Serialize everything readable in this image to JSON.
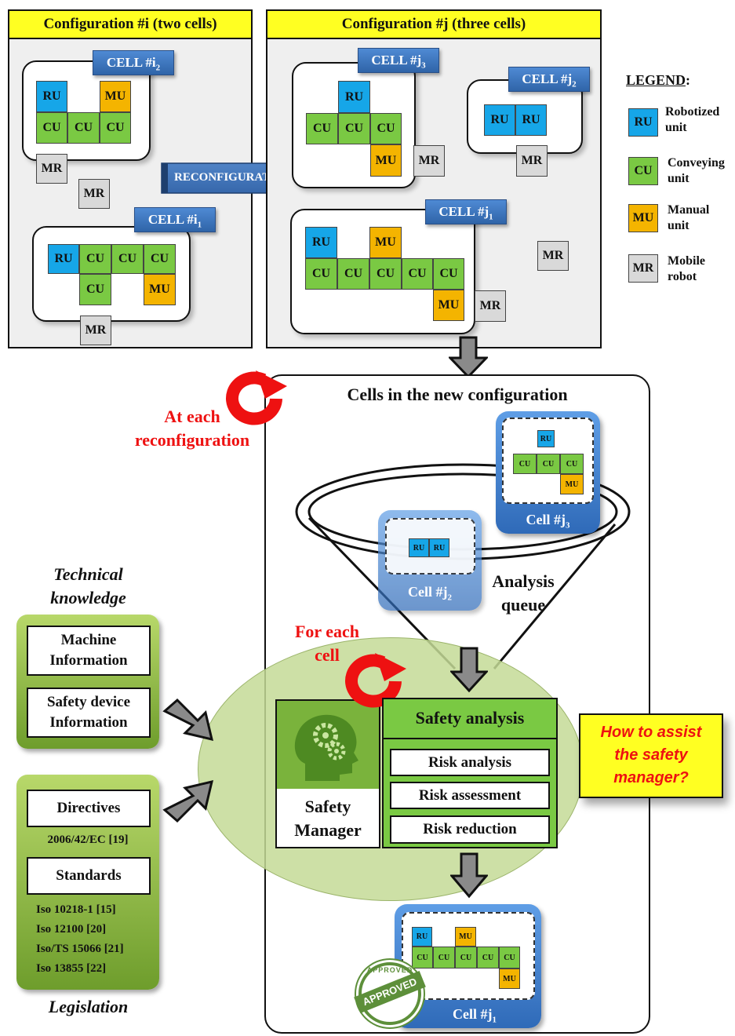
{
  "config_i": {
    "header": "Configuration #i  (two cells)",
    "cell2_tag": "CELL #i",
    "cell2_sub": "2",
    "cell1_tag": "CELL #i",
    "cell1_sub": "1"
  },
  "config_j": {
    "header": "Configuration #j (three cells)",
    "cell3_tag": "CELL #j",
    "cell3_sub": "3",
    "cell2_tag": "CELL #j",
    "cell2_sub": "2",
    "cell1_tag": "CELL #j",
    "cell1_sub": "1"
  },
  "units": {
    "ru": "RU",
    "cu": "CU",
    "mu": "MU",
    "mr": "MR"
  },
  "reconfiguration_label": "RECONFIGURATION",
  "legend": {
    "title": "LEGEND",
    "colon": ":",
    "items": [
      {
        "code": "RU",
        "label_line1": "Robotized",
        "label_line2": "unit",
        "color": "#16a6e8"
      },
      {
        "code": "CU",
        "label_line1": "Conveying",
        "label_line2": "unit",
        "color": "#7ac943"
      },
      {
        "code": "MU",
        "label_line1": "Manual",
        "label_line2": "unit",
        "color": "#f4b400"
      },
      {
        "code": "MR",
        "label_line1": "Mobile",
        "label_line2": "robot",
        "color": "#d9d9d9"
      }
    ]
  },
  "new_config": {
    "title": "Cells in the new configuration",
    "at_each_line1": "At each",
    "at_each_line2": "reconfiguration",
    "queue_line1": "Analysis",
    "queue_line2": "queue",
    "card_j3": "Cell #j",
    "card_j3_sub": "3",
    "card_j2": "Cell #j",
    "card_j2_sub": "2",
    "card_j1": "Cell #j",
    "card_j1_sub": "1",
    "for_each_line1": "For each",
    "for_each_line2": "cell"
  },
  "technical": {
    "title_line1": "Technical",
    "title_line2": "knowledge",
    "box1_line1": "Machine",
    "box1_line2": "Information",
    "box2_line1": "Safety device",
    "box2_line2": "Information"
  },
  "legislation": {
    "directives": "Directives",
    "directive_ref": "2006/42/EC [19]",
    "standards": "Standards",
    "std1": "Iso 10218-1 [15]",
    "std2": "Iso 12100 [20]",
    "std3": "Iso/TS 15066 [21]",
    "std4": "Iso 13855 [22]",
    "caption": "Legislation"
  },
  "safety": {
    "manager_line1": "Safety",
    "manager_line2": "Manager",
    "analysis_title": "Safety analysis",
    "items": [
      "Risk analysis",
      "Risk assessment",
      "Risk reduction"
    ]
  },
  "question": {
    "line1": "How to assist",
    "line2": "the safety",
    "line3": "manager?"
  },
  "stamp": {
    "text": "APPROVED",
    "ring": "APPROVED"
  }
}
